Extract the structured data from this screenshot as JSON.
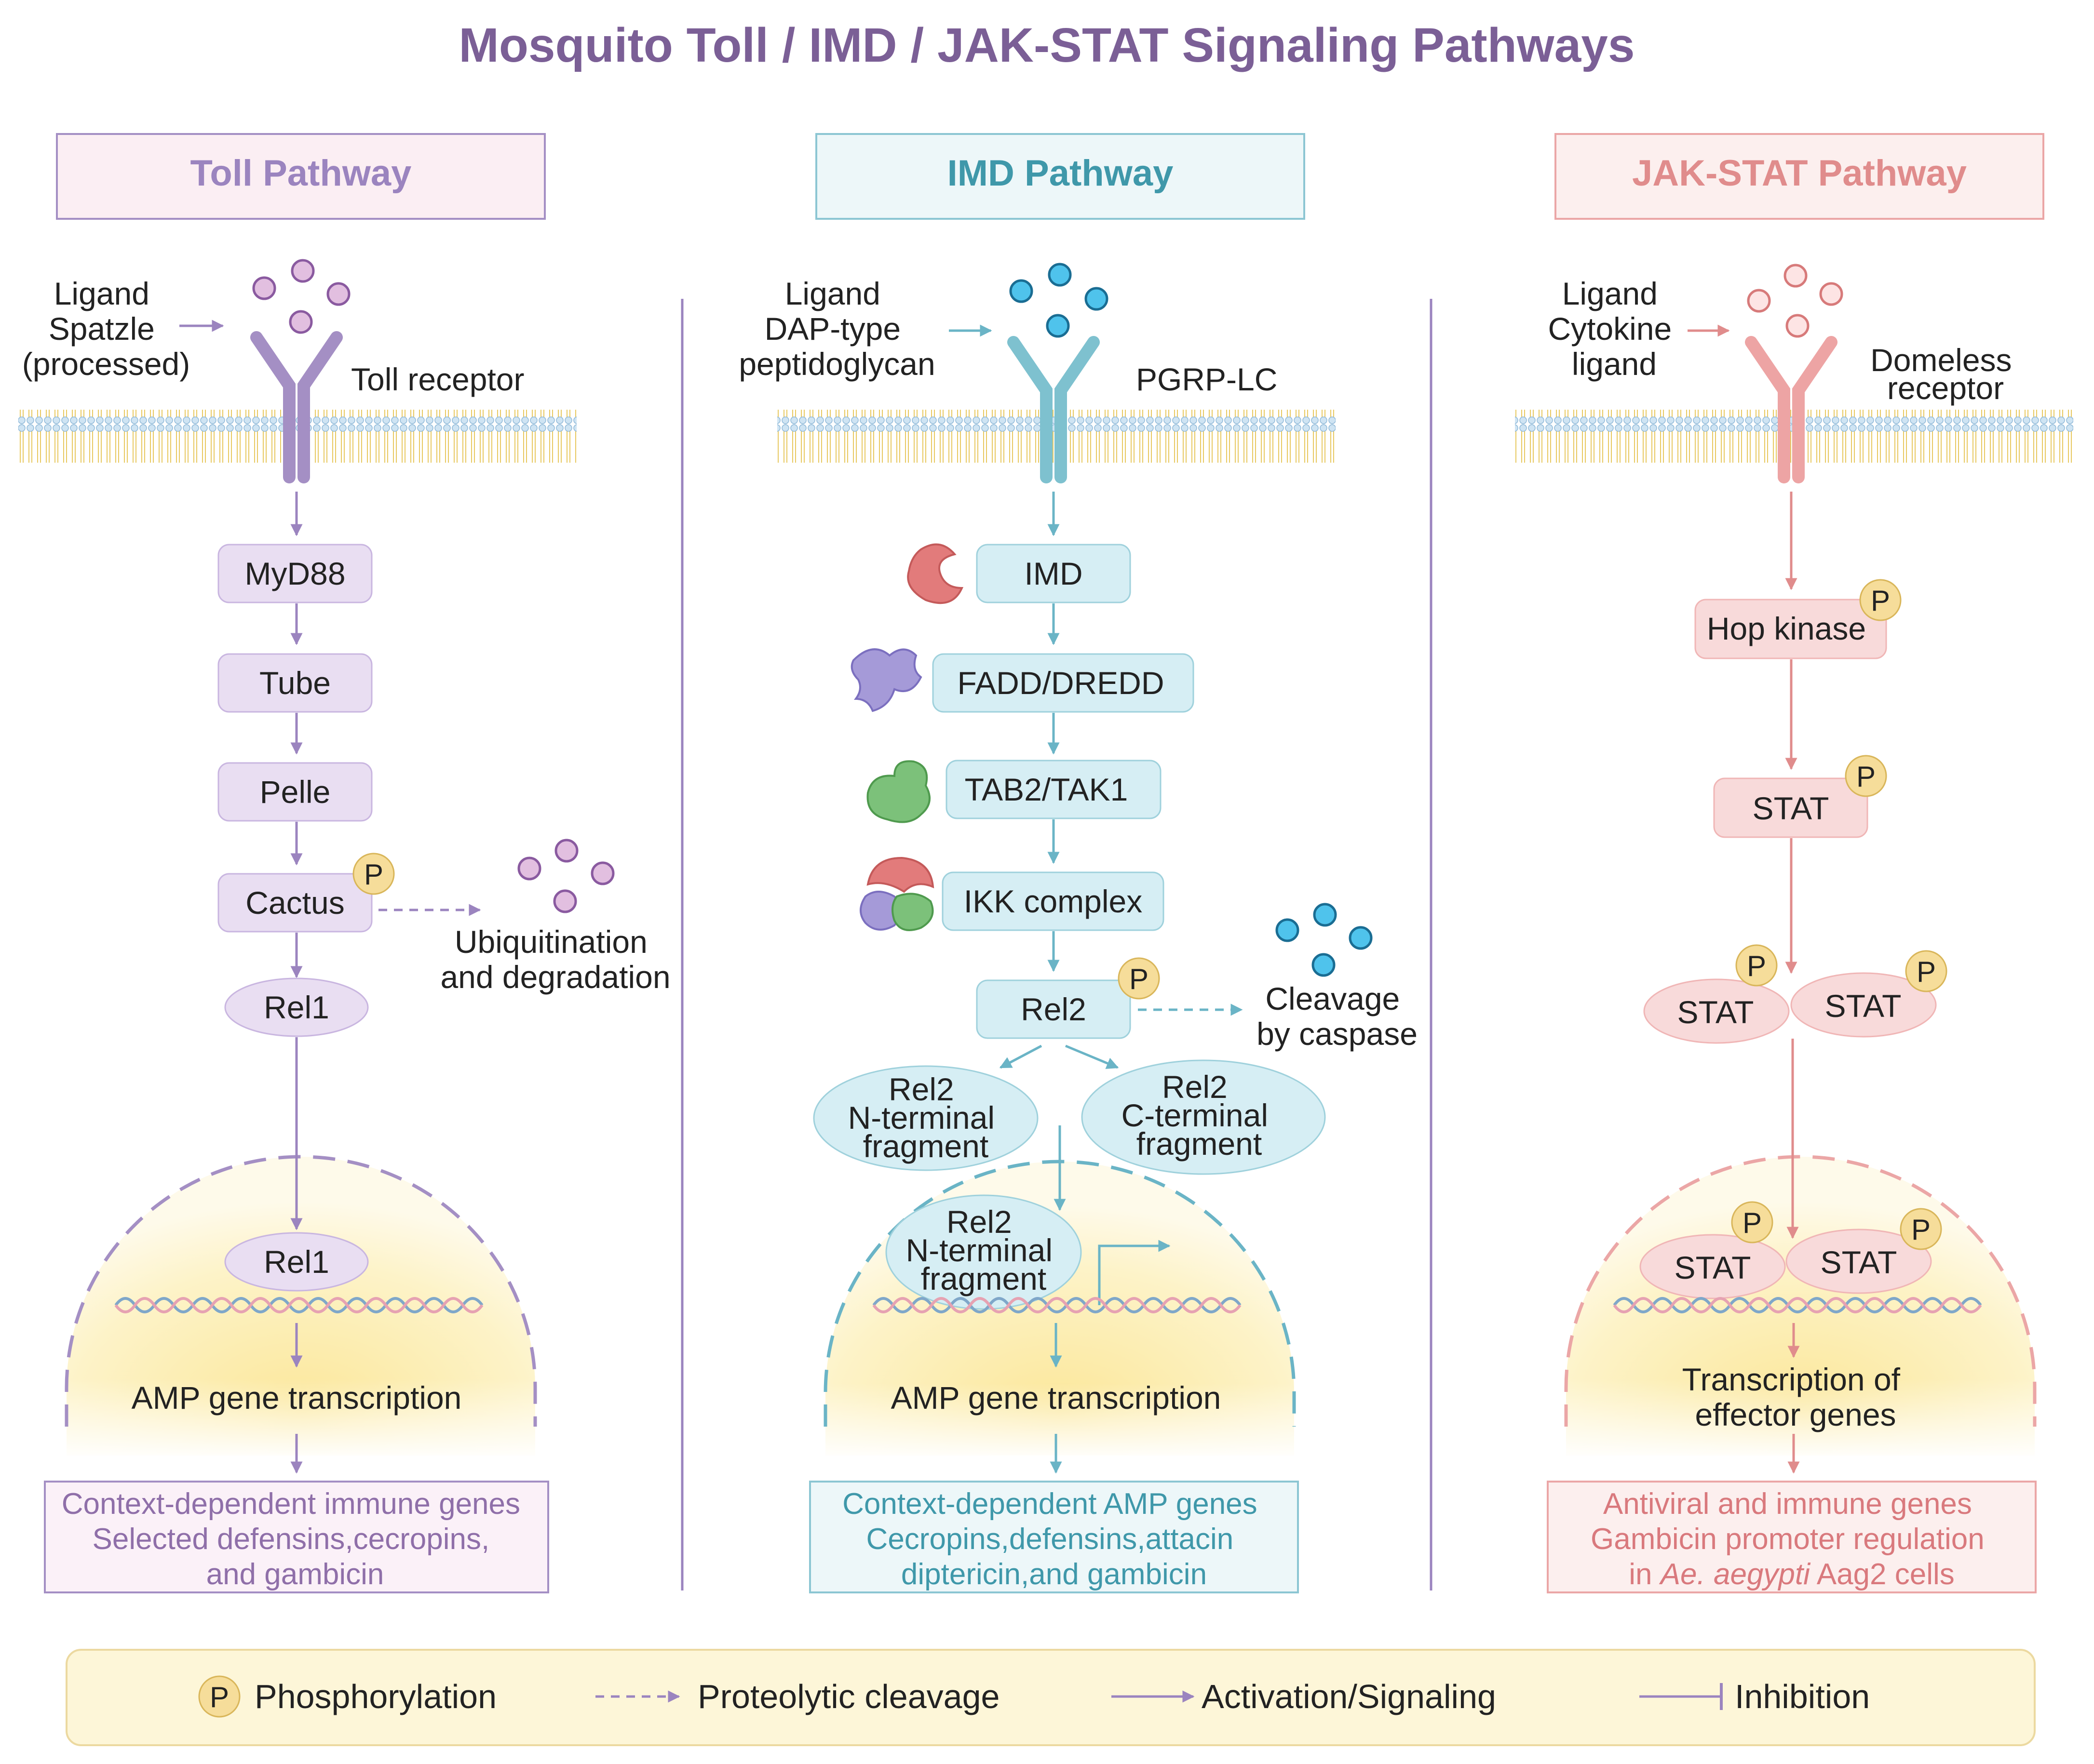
{
  "title": "Mosquito Toll / IMD / JAK-STAT Signaling Pathways",
  "colors": {
    "title": "#7b5f96",
    "toll": "#9b84bf",
    "toll_fill": "#e9def2",
    "imd": "#6ab4c6",
    "imd_fill": "#d6eef4",
    "jak": "#e69595",
    "jak_fill": "#f8dada",
    "nucleus": "#fbeba6",
    "legend_bg": "#fdf6d8",
    "phospho": "#f6dd9a"
  },
  "toll": {
    "header": "Toll Pathway",
    "ligand_lines": [
      "Ligand",
      "Spatzle",
      "(processed)"
    ],
    "receptor_label": "Toll receptor",
    "nodes": [
      "MyD88",
      "Tube",
      "Pelle",
      "Cactus"
    ],
    "rel1": "Rel1",
    "rel1_nucleus": "Rel1",
    "p_label": "P",
    "ubiq_lines": [
      "Ubiquitination",
      "and degradation"
    ],
    "transcription": "AMP gene transcription",
    "output_lines": [
      "Context-dependent immune genes",
      "Selected defensins,cecropins,",
      "and gambicin"
    ]
  },
  "imd": {
    "header": "IMD Pathway",
    "ligand_lines": [
      "Ligand",
      "DAP-type",
      "peptidoglycan"
    ],
    "receptor_label": "PGRP-LC",
    "nodes": [
      "IMD",
      "FADD/DREDD",
      "TAB2/TAK1",
      "IKK complex",
      "Rel2"
    ],
    "p_label": "P",
    "cleavage_lines": [
      "Cleavage",
      "by caspase"
    ],
    "n_fragment_lines": [
      "Rel2",
      "N-terminal",
      "fragment"
    ],
    "c_fragment_lines": [
      "Rel2",
      "C-terminal",
      "fragment"
    ],
    "nucleus_fragment_lines": [
      "Rel2",
      "N-terminal",
      "fragment"
    ],
    "transcription": "AMP gene transcription",
    "output_lines": [
      "Context-dependent AMP genes",
      "Cecropins,defensins,attacin",
      "diptericin,and gambicin"
    ]
  },
  "jak": {
    "header": "JAK-STAT Pathway",
    "ligand_lines": [
      "Ligand",
      "Cytokine",
      "ligand"
    ],
    "receptor_lines": [
      "Domeless",
      "receptor"
    ],
    "hop": "Hop kinase",
    "stat": "STAT",
    "dimer_left": "STAT",
    "dimer_right": "STAT",
    "nucleus_left": "STAT",
    "nucleus_right": "STAT",
    "p_label": "P",
    "transcription_lines": [
      "Transcription of",
      "effector genes"
    ],
    "output_line1": "Antiviral and immune genes",
    "output_line2": "Gambicin promoter regulation",
    "output_line3_prefix": "in ",
    "output_line3_italic": "Ae. aegypti",
    "output_line3_suffix": " Aag2 cells"
  },
  "legend": {
    "p_symbol": "P",
    "phosphorylation": "Phosphorylation",
    "cleavage": "Proteolytic cleavage",
    "activation": "Activation/Signaling",
    "inhibition": "Inhibition"
  }
}
